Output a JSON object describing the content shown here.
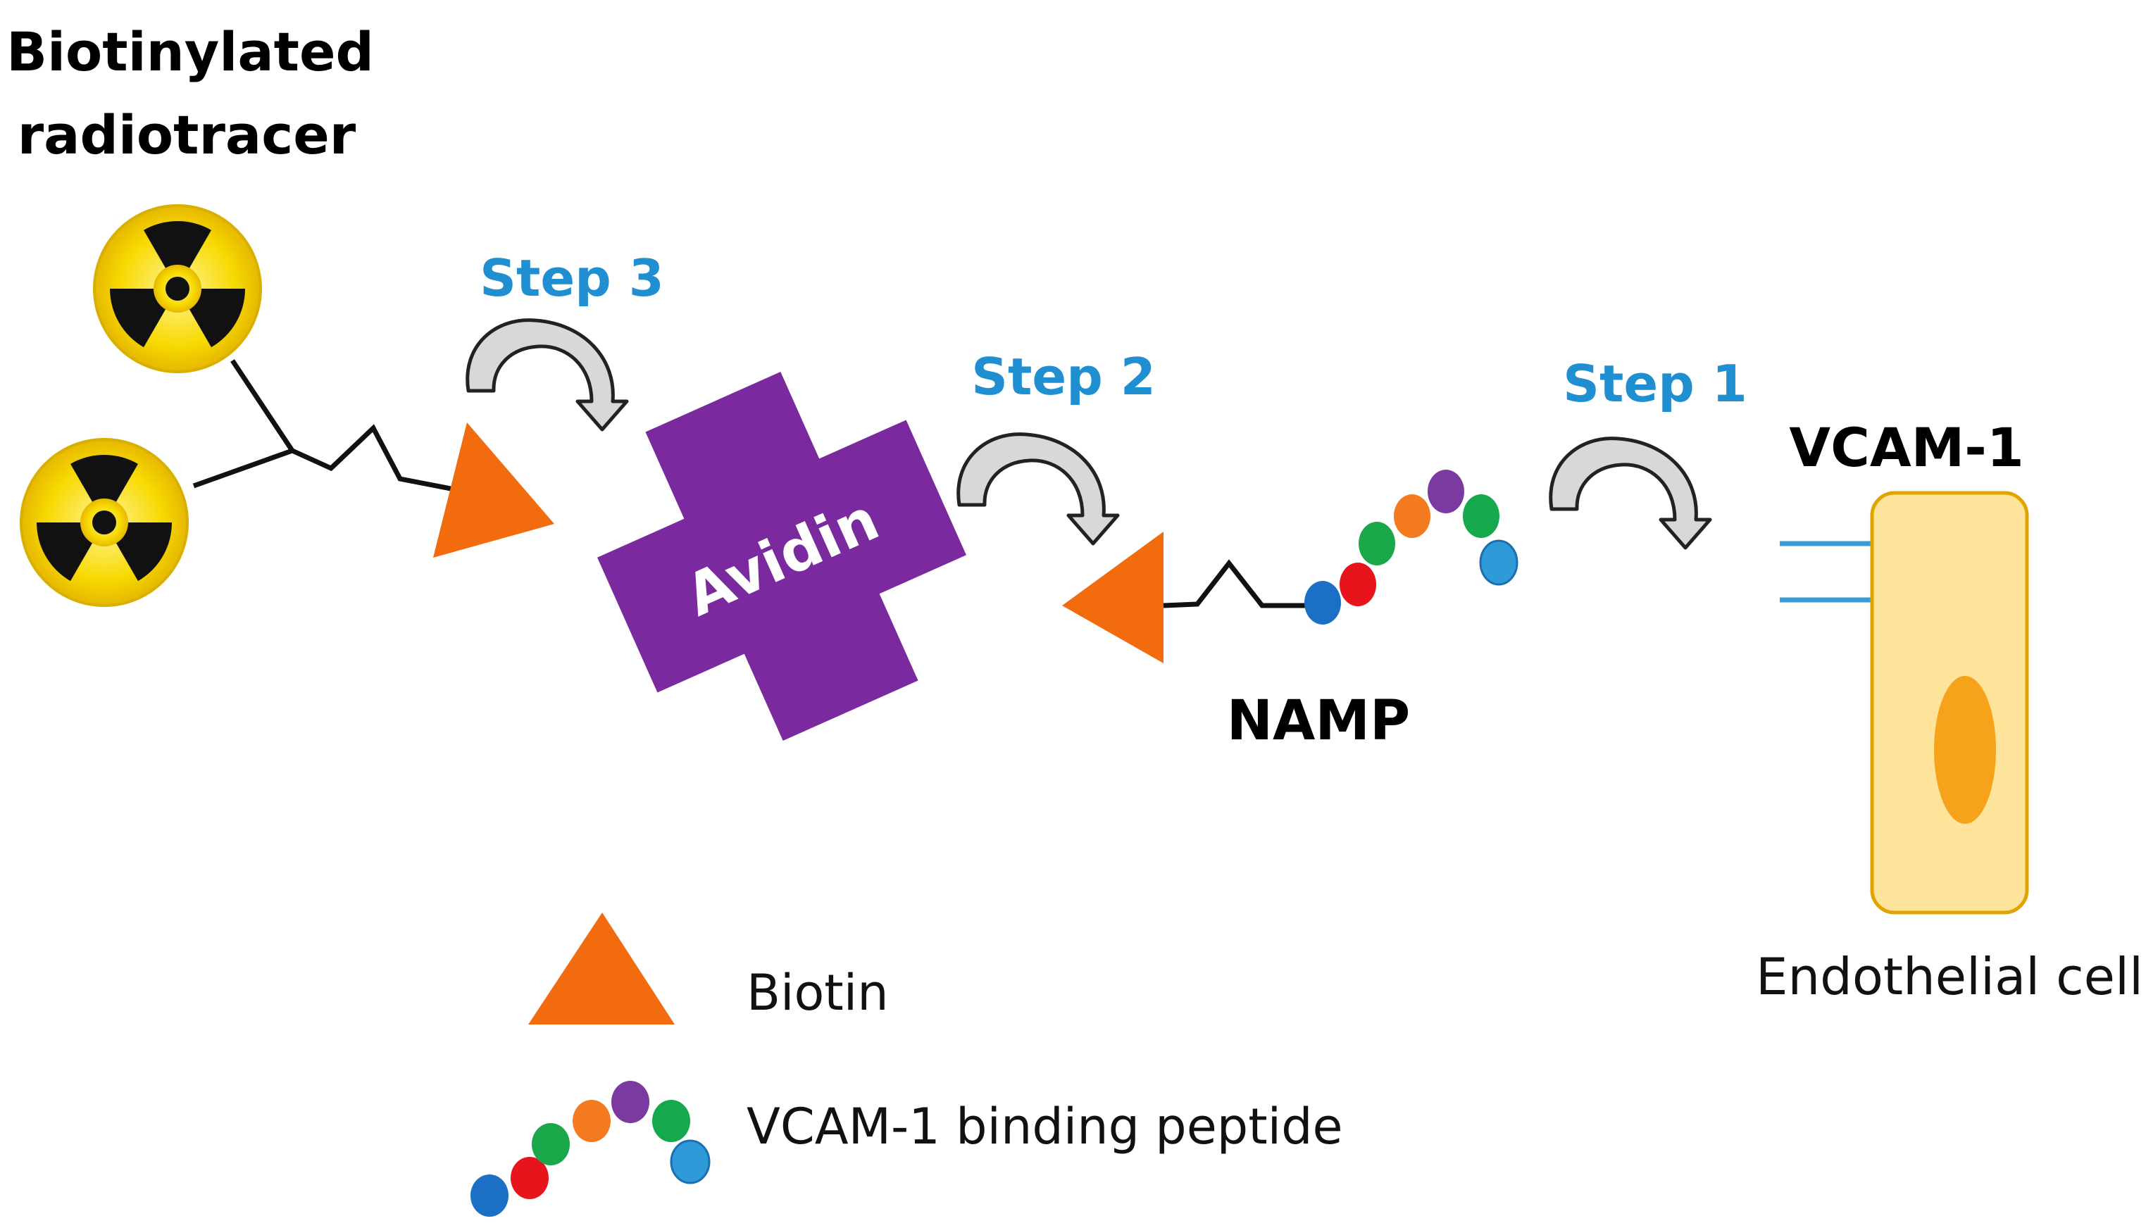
{
  "labels": {
    "radiotracer_line1": "Biotinylated",
    "radiotracer_line2": "radiotracer",
    "step3": "Step 3",
    "step2": "Step 2",
    "step1": "Step 1",
    "avidin": "Avidin",
    "namp": "NAMP",
    "vcam1": "VCAM-1",
    "endothelial_cell": "Endothelial cell"
  },
  "legend": {
    "biotin": "Biotin",
    "peptide": "VCAM-1 binding peptide"
  },
  "colors": {
    "step_text": "#1f8fd1",
    "biotin": "#f26c0f",
    "avidin": "#7a2a9e",
    "cell_fill": "#fde49a",
    "cell_border": "#e0a300",
    "nucleus": "#f7a21b",
    "receptor": "#3a9bd6",
    "radiation_yellow": "#f5d500",
    "arrow_fill": "#d9d9d9",
    "peptide_beads": [
      "#1b6fc4",
      "#e8141c",
      "#1aa84a",
      "#f47a20",
      "#7a3aa0",
      "#16a84c",
      "#2f9ad8"
    ]
  },
  "icons": [
    "radiation-icon",
    "radiation-icon",
    "biotin-triangle",
    "avidin-cross",
    "curved-arrow-icon",
    "peptide-chain",
    "endothelial-cell"
  ]
}
